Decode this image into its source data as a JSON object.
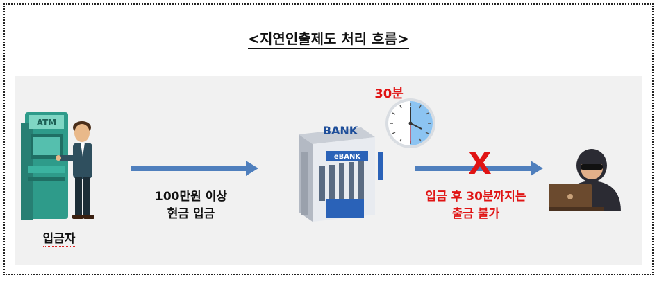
{
  "title": "<지연인출제도 처리 흐름>",
  "labels": {
    "depositor": "입금자",
    "deposit_line1": "100만원 이상",
    "deposit_line2": "현금 입금",
    "timer": "30분",
    "restriction_line1": "입금 후 30분까지는",
    "restriction_line2": "출금 불가",
    "atm_sign": "ATM",
    "bank_sign": "BANK",
    "ebank_sign": "eBANK",
    "blocked_mark": "X"
  },
  "colors": {
    "arrow": "#4f7fbd",
    "alert": "#e01414",
    "clock_highlight": "#8cc4f2"
  },
  "clock": {
    "highlighted_minutes": 30
  }
}
